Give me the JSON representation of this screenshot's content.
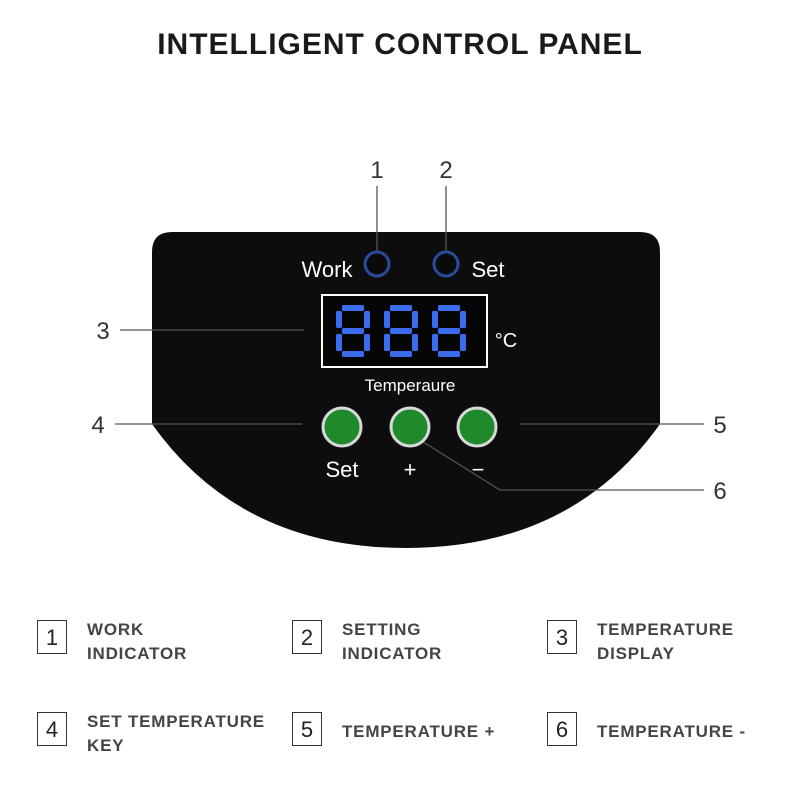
{
  "title": "INTELLIGENT CONTROL PANEL",
  "panel": {
    "work_label": "Work",
    "set_indicator_label": "Set",
    "display_digits": "888",
    "unit": "°C",
    "display_caption": "Temperaure",
    "set_button_label": "Set",
    "plus_button_label": "+",
    "minus_button_label": "−"
  },
  "callouts": [
    "1",
    "2",
    "3",
    "4",
    "5",
    "6"
  ],
  "legend": [
    {
      "num": "1",
      "text": "WORK\nINDICATOR"
    },
    {
      "num": "2",
      "text": "SETTING\nINDICATOR"
    },
    {
      "num": "3",
      "text": "TEMPERATURE\nDISPLAY"
    },
    {
      "num": "4",
      "text": "SET TEMPERATURE\nKEY"
    },
    {
      "num": "5",
      "text": "TEMPERATURE +"
    },
    {
      "num": "6",
      "text": "TEMPERATURE -"
    }
  ],
  "colors": {
    "panel": "#0d0d0d",
    "indicator_ring": "#2a4b9a",
    "digit": "#3a6cf0",
    "button": "#1f8a2c",
    "leader": "#555555"
  }
}
